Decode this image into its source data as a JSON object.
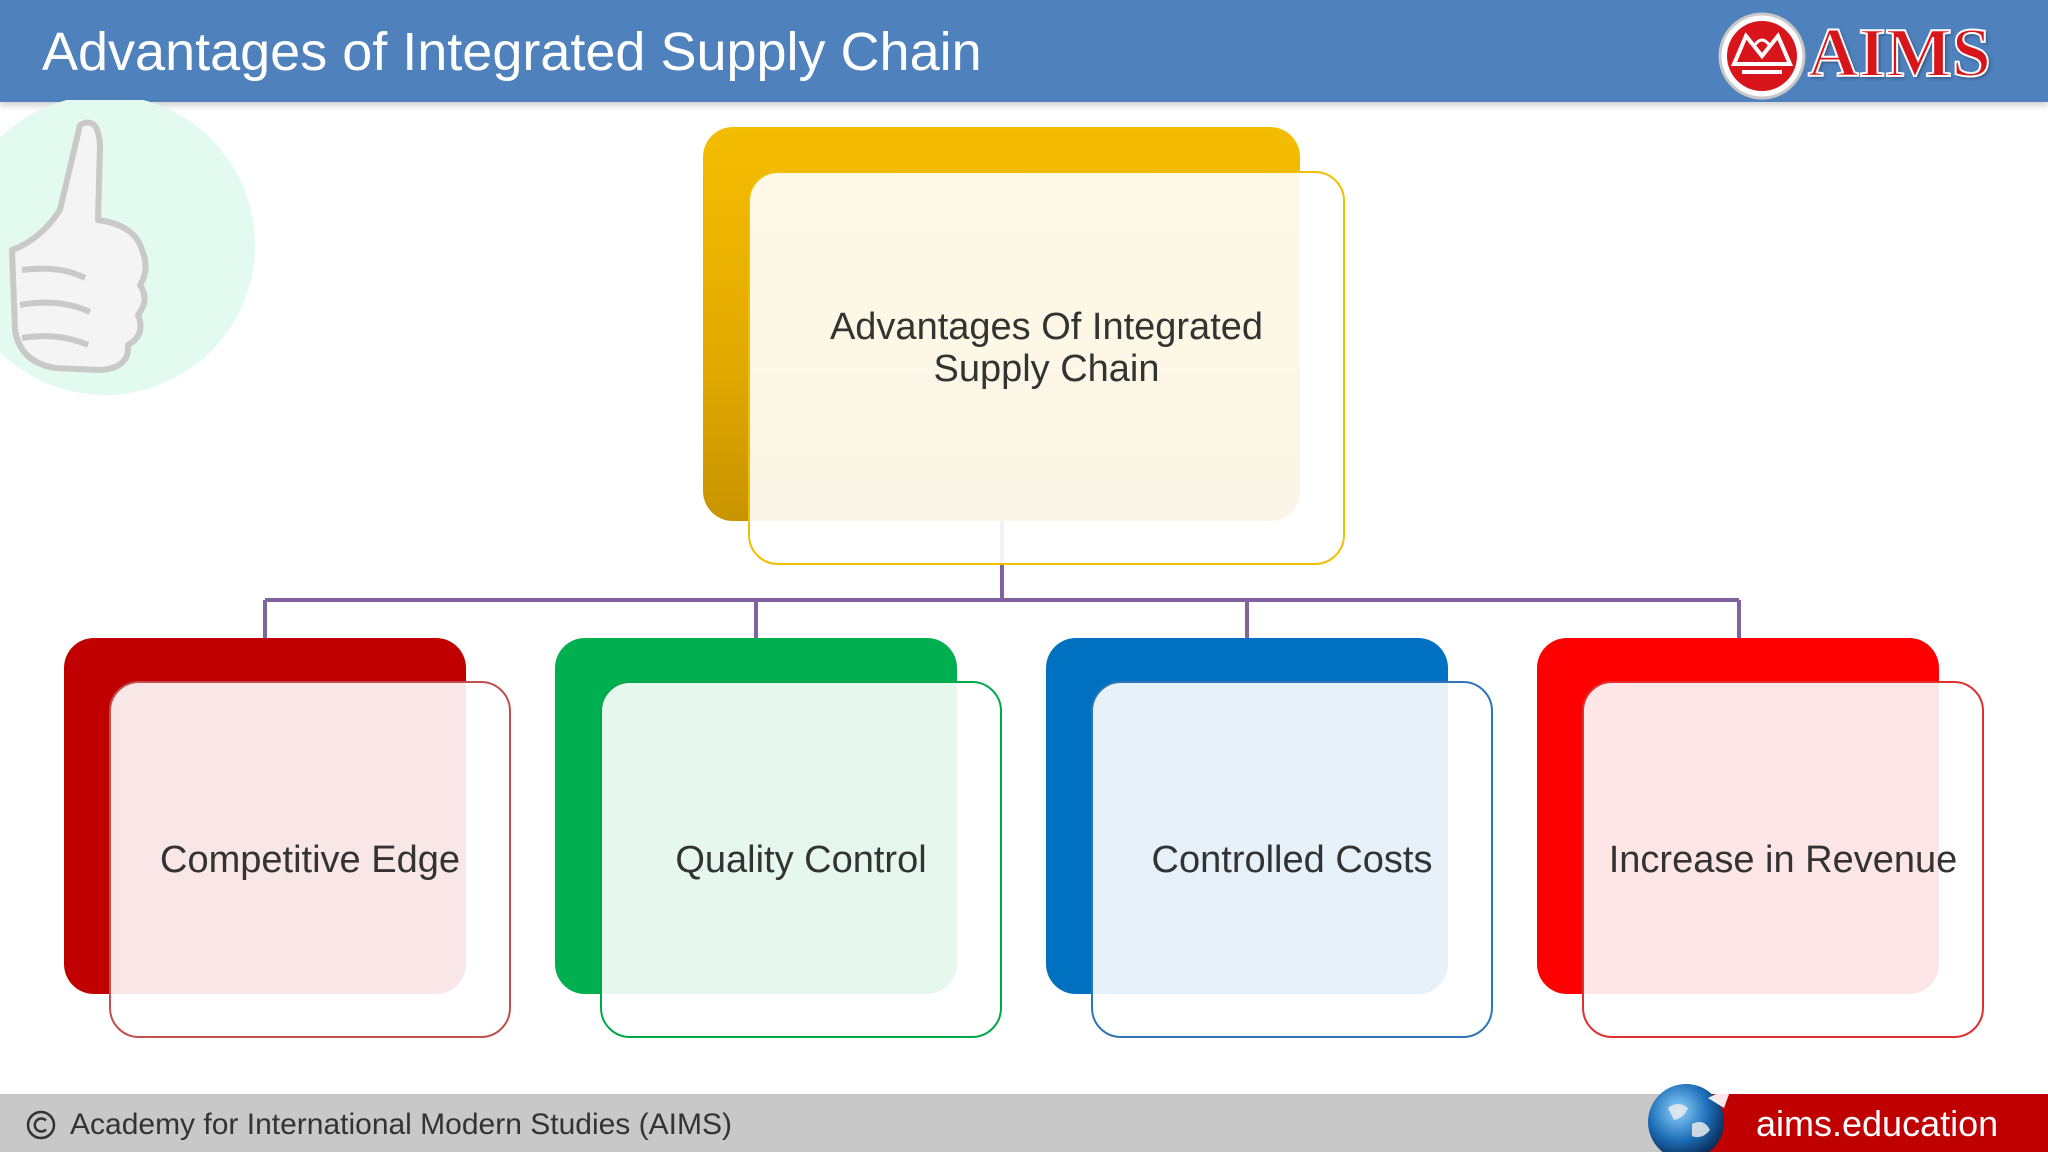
{
  "header": {
    "title": "Advantages of Integrated Supply Chain",
    "logo_text": "AIMS",
    "color": "#4f81bd"
  },
  "diagram": {
    "root": {
      "label": "Advantages Of Integrated Supply Chain",
      "color": "#f0b400"
    },
    "children": [
      {
        "label": "Competitive Edge",
        "color": "#c00000"
      },
      {
        "label": "Quality Control",
        "color": "#00b050"
      },
      {
        "label": "Controlled Costs",
        "color": "#0070c0"
      },
      {
        "label": "Increase in Revenue",
        "color": "#ff0000"
      }
    ],
    "connector_color": "#8064a2"
  },
  "footer": {
    "copyright_text": "Academy for International Modern Studies (AIMS)",
    "website": "aims.education"
  },
  "icons": [
    "thumbs-up-icon",
    "copyright-icon",
    "globe-icon",
    "aims-emblem-icon"
  ]
}
